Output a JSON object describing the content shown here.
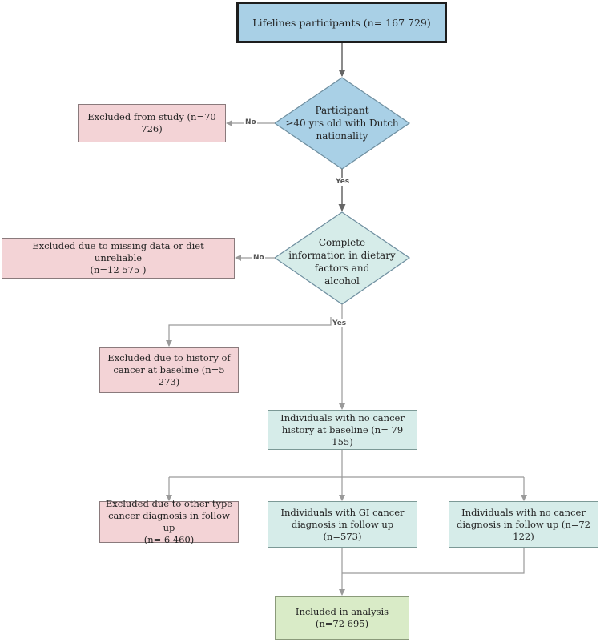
{
  "start": {
    "text": "Lifelines participants (n= 167 729)"
  },
  "decision1": {
    "line1": "Participant",
    "line2": "≥40 yrs old with Dutch",
    "line3": "nationality"
  },
  "excluded_study": {
    "text": "Excluded from study (n=70 726)"
  },
  "decision2": {
    "line1": "Complete",
    "line2": "information in dietary",
    "line3": "factors and",
    "line4": "alcohol"
  },
  "excluded_missing": {
    "line1": "Excluded due to missing data or diet unreliable",
    "line2": "(n=12 575 )"
  },
  "excluded_history": {
    "line1": "Excluded due to history of",
    "line2": "cancer at baseline (n=5 273)"
  },
  "no_history": {
    "line1": "Individuals with no cancer",
    "line2": "history at baseline (n= 79 155)"
  },
  "excluded_other": {
    "line1": "Excluded due to other type",
    "line2": "cancer diagnosis in follow up",
    "line3": "(n= 6 460)"
  },
  "gi_cancer": {
    "line1": "Individuals with GI cancer",
    "line2": "diagnosis in follow up (n=573)"
  },
  "no_cancer": {
    "line1": "Individuals with no cancer",
    "line2": "diagnosis in follow up (n=72 122)"
  },
  "included": {
    "line1": "Included in analysis",
    "line2": "(n=72 695)"
  },
  "labels": {
    "no1": "No",
    "yes1": "Yes",
    "no2": "No",
    "yes2": "Yes"
  },
  "colors": {
    "blue": "#a9d0e6",
    "pink": "#f3d3d6",
    "teal": "#d6ece9",
    "green": "#d9ebc7",
    "connector": "#9a9a9a"
  }
}
